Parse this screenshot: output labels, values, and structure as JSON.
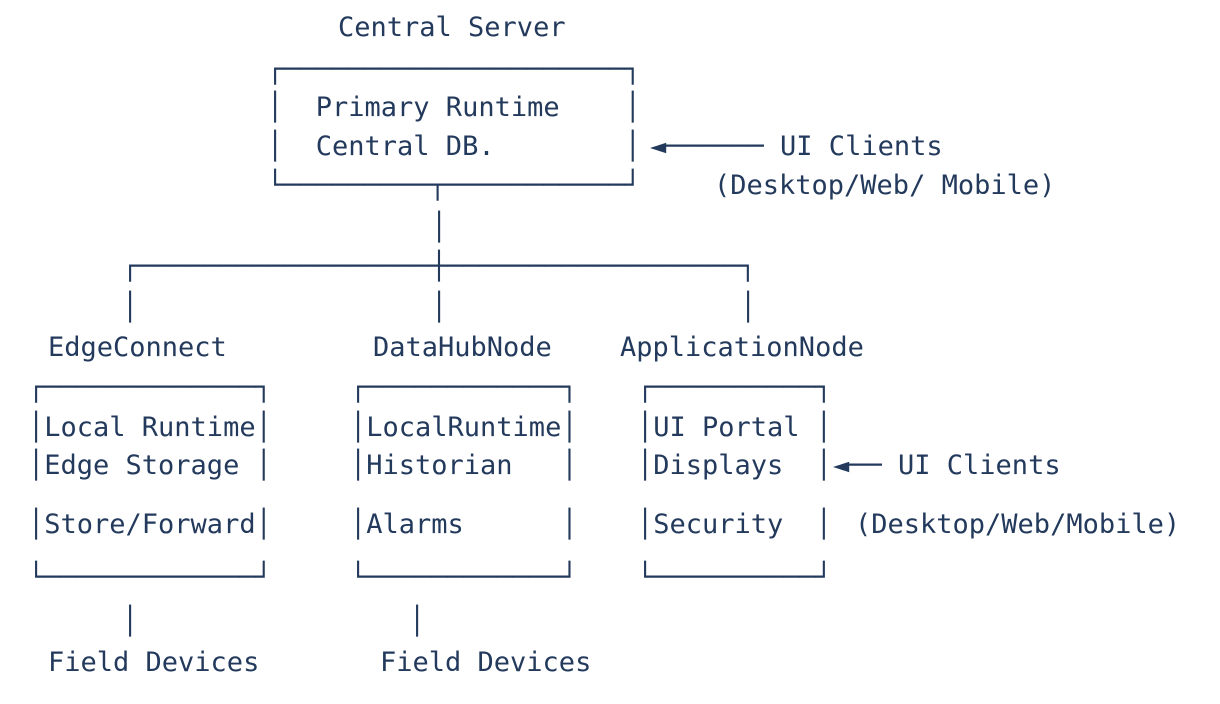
{
  "colors": {
    "ink": "#233a5c",
    "background": "#ffffff"
  },
  "server": {
    "label": "Central Server",
    "box": {
      "top": "┌─────────────────────┐",
      "rows": [
        "│  Primary Runtime    │",
        "│  Central DB.        │"
      ],
      "bottom": "└─────────┬───────────┘"
    }
  },
  "ui_clients_top": {
    "arrow": "◄────── UI Clients",
    "devices": "(Desktop/Web/ Mobile)"
  },
  "ui_clients_side": {
    "arrow": "◄── UI Clients",
    "devices": "(Desktop/Web/Mobile)"
  },
  "connectors": {
    "trunk": "│",
    "branch": "┌──────────────────┼──────────────────┐",
    "drop": "│"
  },
  "nodes": [
    {
      "label": "EdgeConnect",
      "box": {
        "top": "┌─────────────┐",
        "rows": [
          "│Local Runtime│",
          "│Edge Storage │",
          "│Store/Forward│"
        ],
        "bottom": "└─────────────┘"
      },
      "child_drop": "│",
      "child_label": "Field Devices"
    },
    {
      "label": "DataHubNode",
      "box": {
        "top": "┌────────────┐",
        "rows": [
          "│LocalRuntime│",
          "│Historian   │",
          "│Alarms      │"
        ],
        "bottom": "└────────────┘"
      },
      "child_drop": "│",
      "child_label": "Field Devices"
    },
    {
      "label": "ApplicationNode",
      "box": {
        "top": "┌──────────┐",
        "rows": [
          "│UI Portal │",
          "│Displays  │",
          "│Security  │"
        ],
        "bottom": "└──────────┘"
      }
    }
  ]
}
